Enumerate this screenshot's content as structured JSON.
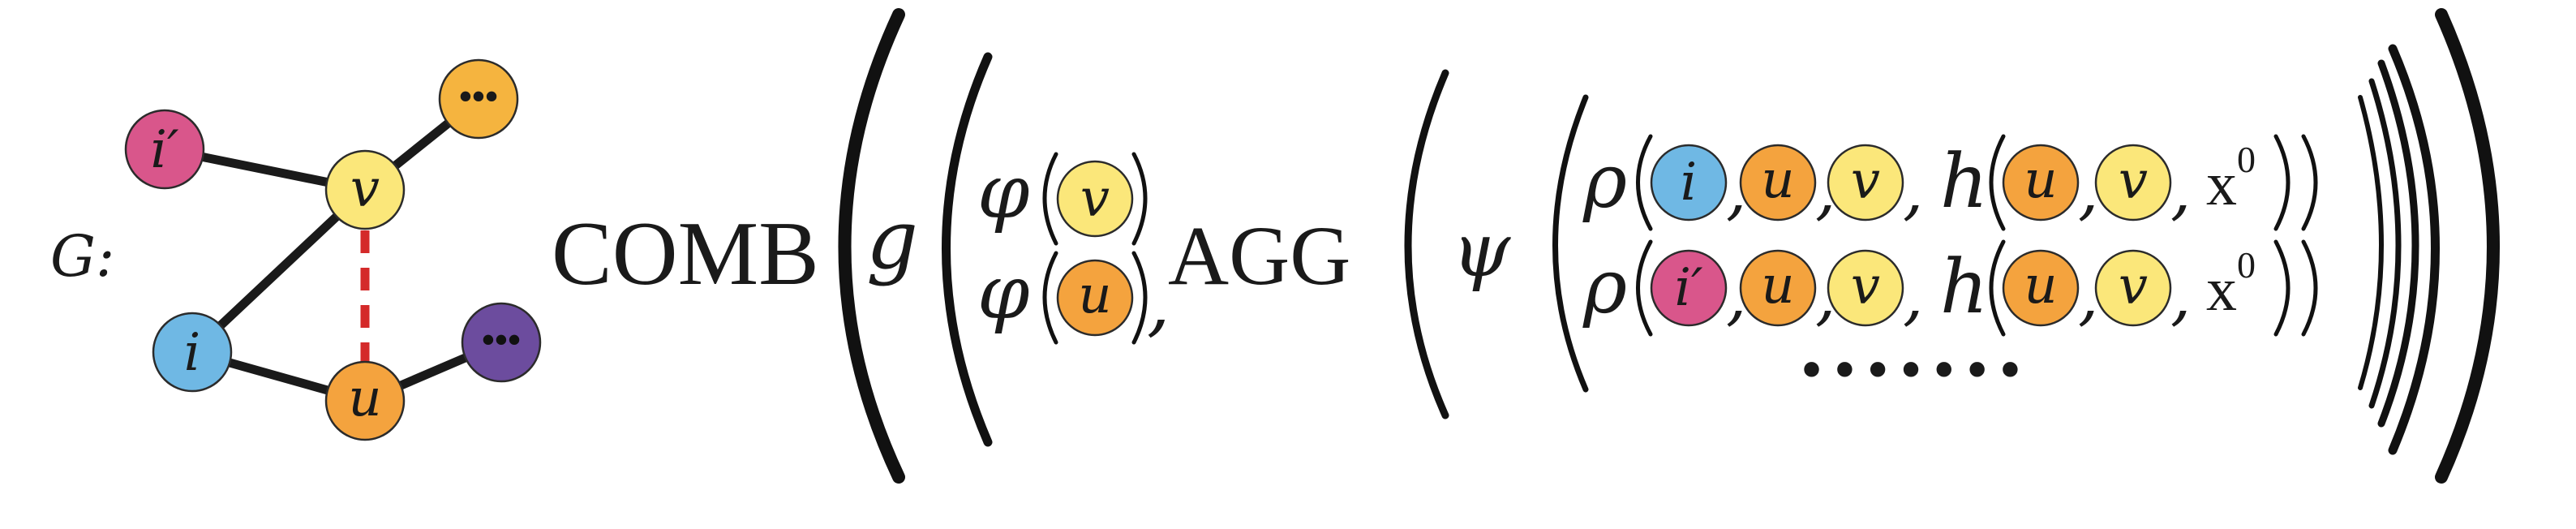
{
  "colors": {
    "pink": "#d9568b",
    "yellow": "#fbe77a",
    "orange": "#f4a33e",
    "gold": "#f5b43f",
    "blue": "#6fb8e4",
    "purple": "#6c4c9e",
    "dashed_edge": "#d42a2a"
  },
  "graph": {
    "label": "G:",
    "node_labels": {
      "i_prime": "i′",
      "v": "v",
      "u": "u",
      "i": "i",
      "ellipsis": "•••"
    }
  },
  "formula": {
    "comb": "COMB",
    "g": "g",
    "phi": "φ",
    "agg": "AGG",
    "psi": "ψ",
    "rho": "ρ",
    "h": "h",
    "x0_base": "x",
    "x0_sup": "0",
    "comma": ",",
    "var_v": "v",
    "var_u": "u",
    "var_i": "i",
    "var_i_prime": "i′",
    "continuation": "• • • • • • •"
  }
}
